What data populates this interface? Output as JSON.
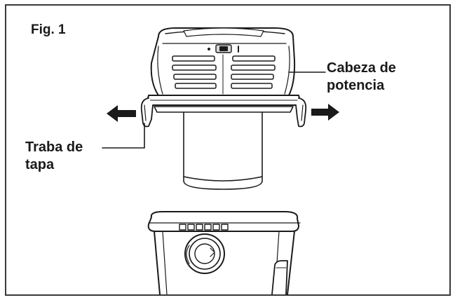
{
  "figure": {
    "title": "Fig. 1",
    "power_head_label": [
      "Cabeza de",
      "potencia"
    ],
    "lid_latch_label": [
      "Traba de",
      "tapa"
    ]
  },
  "colors": {
    "line": "#1a1a1a",
    "frame": "#3a3a3a",
    "shade": "#d9d9d9",
    "background": "#ffffff"
  },
  "icons": {
    "left_arrow": "arrow-left-icon",
    "right_arrow": "arrow-right-icon"
  }
}
